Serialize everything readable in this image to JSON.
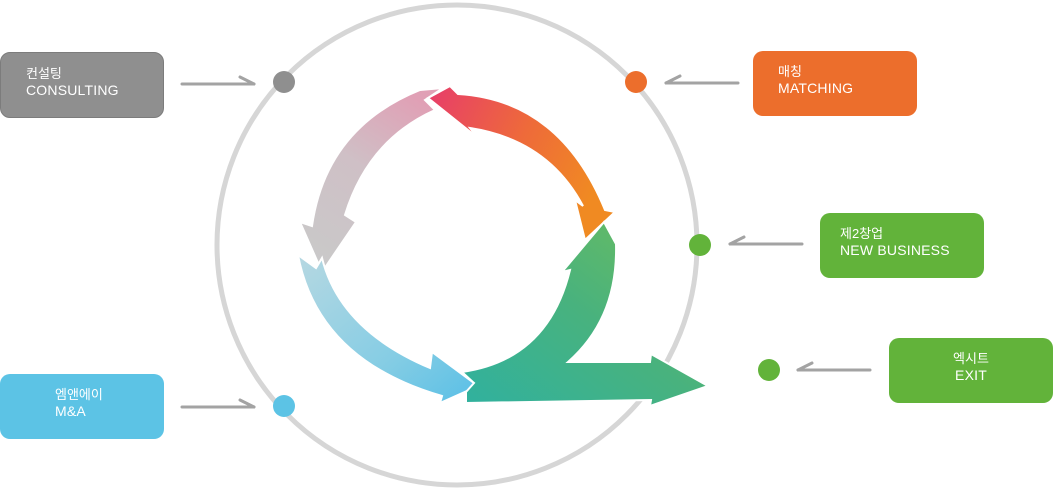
{
  "colors": {
    "consulting": "#8f8f8f",
    "matching": "#ec6e2c",
    "new_business": "#62b33a",
    "exit": "#62b33a",
    "mna": "#5cc3e5",
    "ring": "#d6d6d6",
    "arrow_line": "#a3a3a3"
  },
  "stages": {
    "consulting": {
      "kr": "컨설팅",
      "en": "CONSULTING"
    },
    "matching": {
      "kr": "매칭",
      "en": "MATCHING"
    },
    "new_business": {
      "kr": "제2창업",
      "en": "NEW BUSINESS"
    },
    "exit": {
      "kr": "엑시트",
      "en": "EXIT"
    },
    "mna": {
      "kr": "엠앤에이",
      "en": "M&A"
    }
  }
}
